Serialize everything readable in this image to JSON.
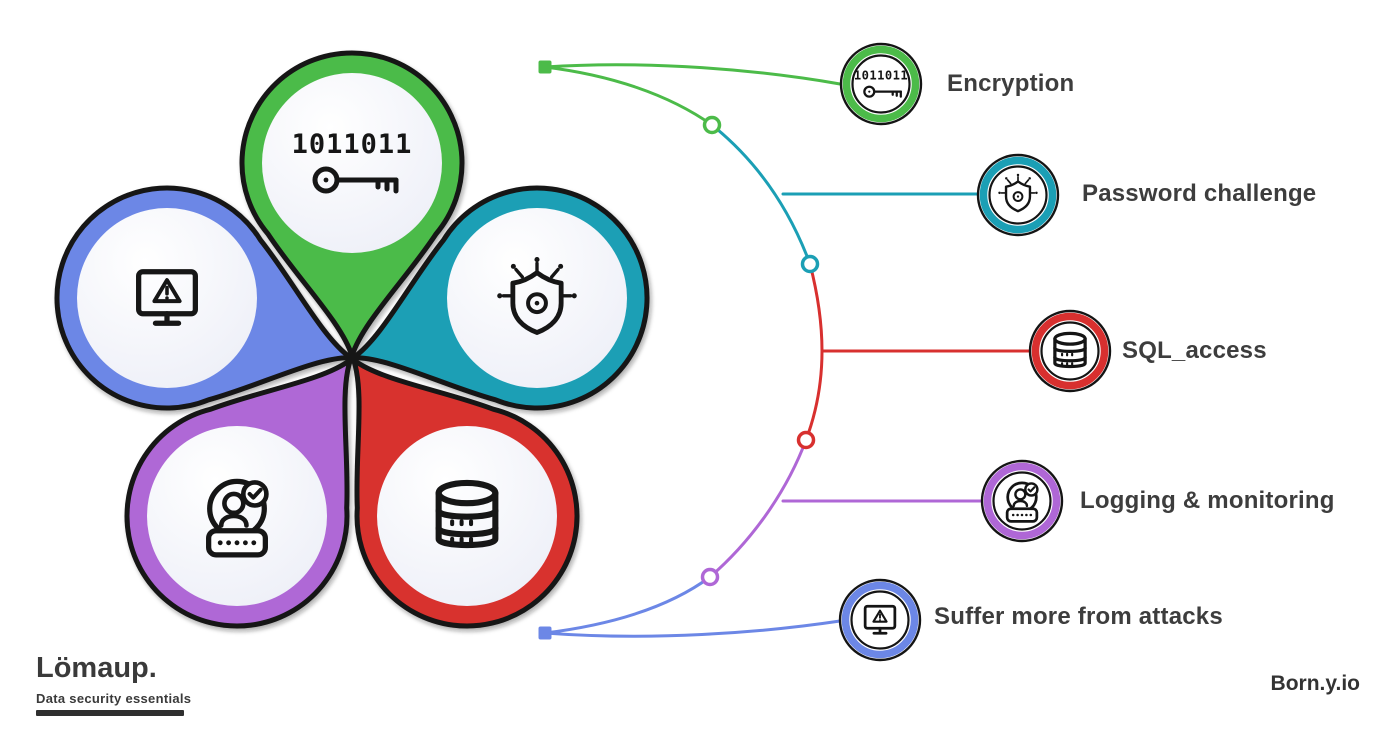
{
  "items": [
    {
      "id": "encryption",
      "label": "Encryption",
      "color": "#4CBB49",
      "icon": "binary-key-icon"
    },
    {
      "id": "password-challenge",
      "label": "Password challenge",
      "color": "#1B9FB5",
      "icon": "shield-circuit-icon"
    },
    {
      "id": "sql-access",
      "label": "SQL_access",
      "color": "#D8302F",
      "icon": "database-icon"
    },
    {
      "id": "logging-monitoring",
      "label": "Logging & monitoring",
      "color": "#AF67D6",
      "icon": "user-check-password-icon"
    },
    {
      "id": "attacks",
      "label": "Suffer more from attacks",
      "color": "#6C87E6",
      "icon": "monitor-alert-icon"
    }
  ],
  "icons": {
    "binary_digits": "1011011"
  },
  "footer": {
    "brand": "Lömaup.",
    "tagline": "Data security essentials",
    "watermark": "Born.y.io"
  },
  "colors": {
    "green": "#4CBB49",
    "teal": "#1B9FB5",
    "red": "#D8302F",
    "purple": "#AF67D6",
    "blue": "#6C87E6",
    "outline": "#141414",
    "label_text": "#3d3d3d",
    "background": "#ffffff"
  }
}
